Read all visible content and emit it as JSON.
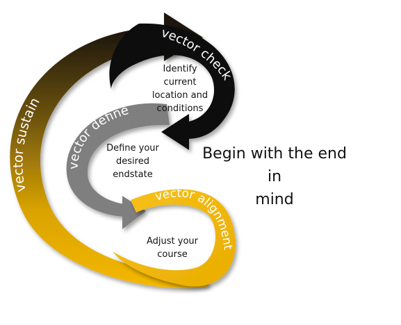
{
  "diagram": {
    "labels": {
      "sustain": "vector sustain",
      "check": "vector check",
      "define": "vector define",
      "alignment": "vector alignment"
    },
    "descriptions": {
      "check": "Identify\ncurrent\nlocation and\nconditions",
      "define": "Define your\ndesired\nendstate",
      "alignment": "Adjust your\ncourse"
    },
    "headline": "Begin with the end in\nmind"
  },
  "colors": {
    "gold": "#f5b800",
    "gold_dark": "#9c7a00",
    "black": "#0a0a0a",
    "gray": "#7f7f7f",
    "label_text": "#ffffff"
  }
}
